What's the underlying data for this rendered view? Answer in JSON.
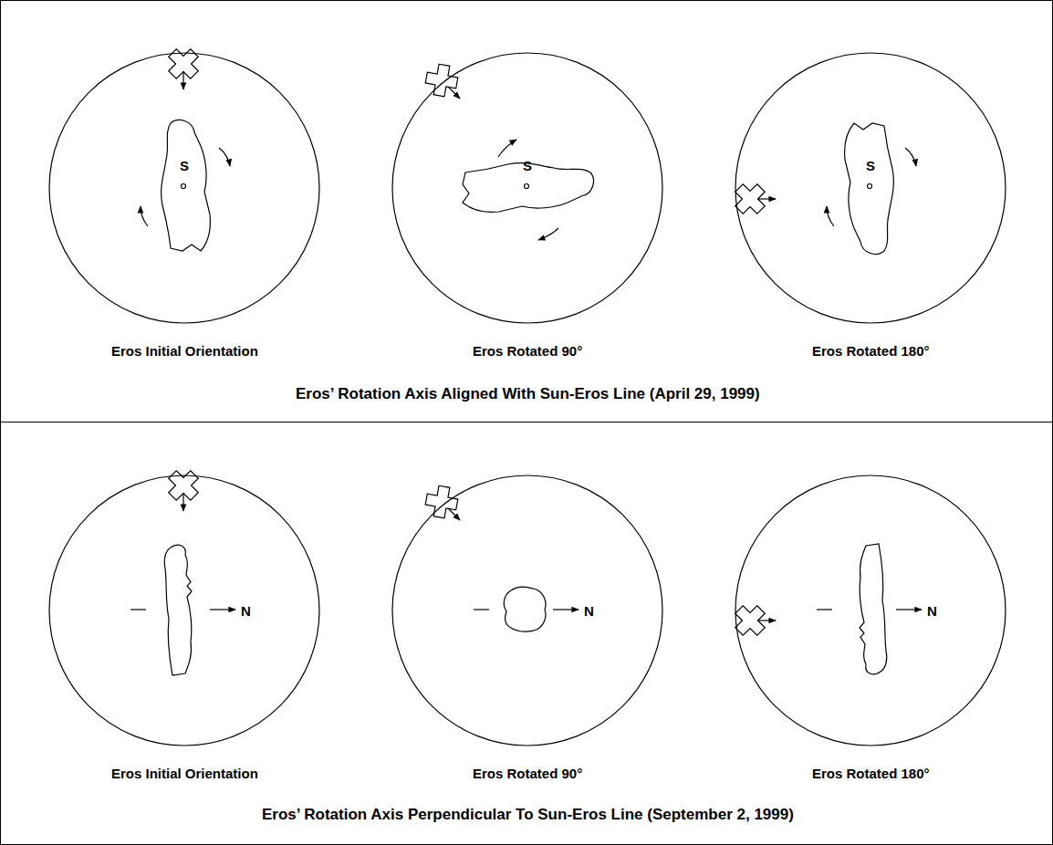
{
  "diagram": {
    "nodes": [
      {
        "text": [
          "Eros’ Rotation Axis Aligned With Sun-Eros Line (April 29, 1999)"
        ]
      },
      {
        "text": [
          "Eros Initial Orientation",
          "S"
        ],
        "in": 0
      },
      {
        "text": [
          "Eros Rotated 90°",
          "S"
        ],
        "in": 0
      },
      {
        "text": [
          "Eros Rotated 180°",
          "S"
        ],
        "in": 0
      },
      {
        "text": [
          "Eros’ Rotation Axis Perpendicular To Sun-Eros Line (September 2, 1999)"
        ]
      },
      {
        "text": [
          "Eros Initial Orientation",
          "N"
        ],
        "in": 4
      },
      {
        "text": [
          "Eros Rotated 90°",
          "N"
        ],
        "in": 4
      },
      {
        "text": [
          "Eros Rotated 180°",
          "N"
        ],
        "in": 4
      }
    ]
  }
}
